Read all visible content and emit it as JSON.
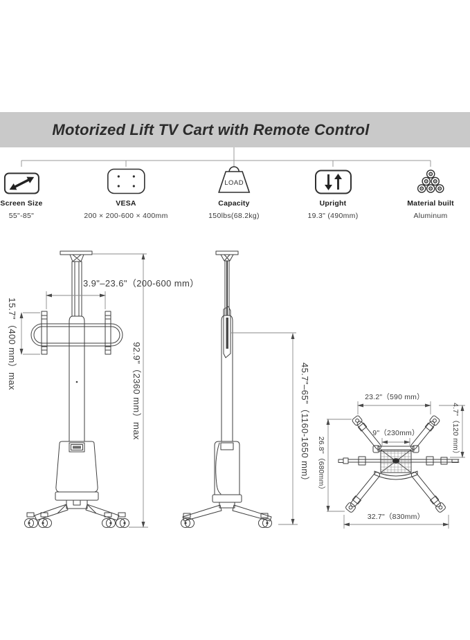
{
  "banner": {
    "title": "Motorized Lift TV Cart with Remote Control"
  },
  "features": [
    {
      "label": "Screen Size",
      "value": "55\"-85\""
    },
    {
      "label": "VESA",
      "value": "200 × 200-600 × 400mm"
    },
    {
      "label": "Capacity",
      "value": "150lbs(68.2kg)",
      "icon_text": "LOAD"
    },
    {
      "label": "Upright",
      "value": "19.3\" (490mm)"
    },
    {
      "label": "Material built",
      "value": "Aluminum"
    }
  ],
  "front_view": {
    "width_range": "3.9\"–23.6\"（200-600 mm）",
    "vesa_height": "15.7\"（400 mm）max",
    "max_height": "92.9\"（2360 mm）max"
  },
  "side_view": {
    "height_range": "45.7\"–65\"（1160-1650 mm）"
  },
  "top_view": {
    "front_leg_span": "23.2\"（590 mm）",
    "center_width": "9\"（230mm）",
    "base_depth": "26.8\"（680mm）",
    "axle_offset": "4.7\"（120 mm）",
    "rear_leg_span": "32.7\"（830mm）"
  }
}
